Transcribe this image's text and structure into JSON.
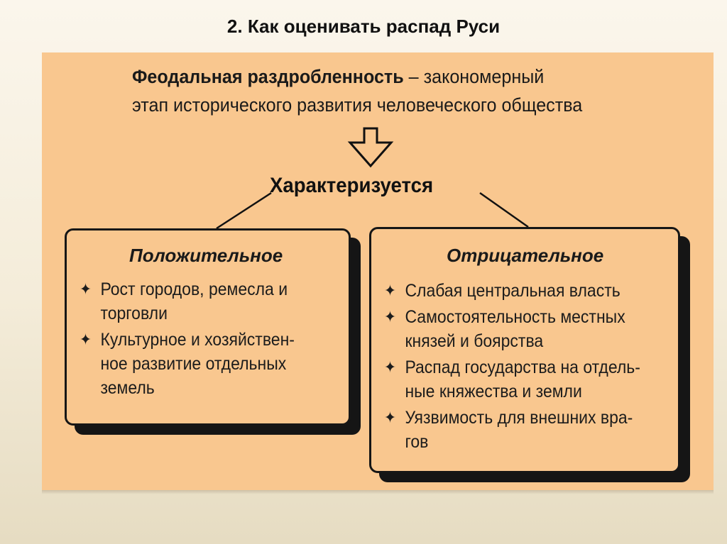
{
  "slide": {
    "title": "2. Как оценивать распад Руси"
  },
  "header": {
    "term": "Феодальная раздробленность",
    "dash": " – закономерный",
    "line2": "этап исторического развития человеческого общества"
  },
  "characteristic_label": "Характеризуется",
  "positive": {
    "title": "Положительное",
    "bullet_symbol": "✦",
    "items": [
      {
        "lines": [
          "Рост городов, ремесла и",
          "торговли"
        ]
      },
      {
        "lines": [
          "Культурное и хозяйствен-",
          "ное развитие отдельных",
          "земель"
        ]
      }
    ]
  },
  "negative": {
    "title": "Отрицательное",
    "bullet_symbol": "✦",
    "items": [
      {
        "lines": [
          "Слабая центральная власть"
        ]
      },
      {
        "lines": [
          "Самостоятельность местных",
          "князей и боярства"
        ]
      },
      {
        "lines": [
          "Распад государства на отдель-",
          "ные княжества и земли"
        ]
      },
      {
        "lines": [
          "Уязвимость для внешних вра-",
          "гов"
        ]
      }
    ]
  },
  "icons": {
    "arrow": "down-arrow-icon"
  },
  "colors": {
    "panel": "#f9c78f",
    "stroke": "#161616",
    "text": "#1a1a1a"
  }
}
